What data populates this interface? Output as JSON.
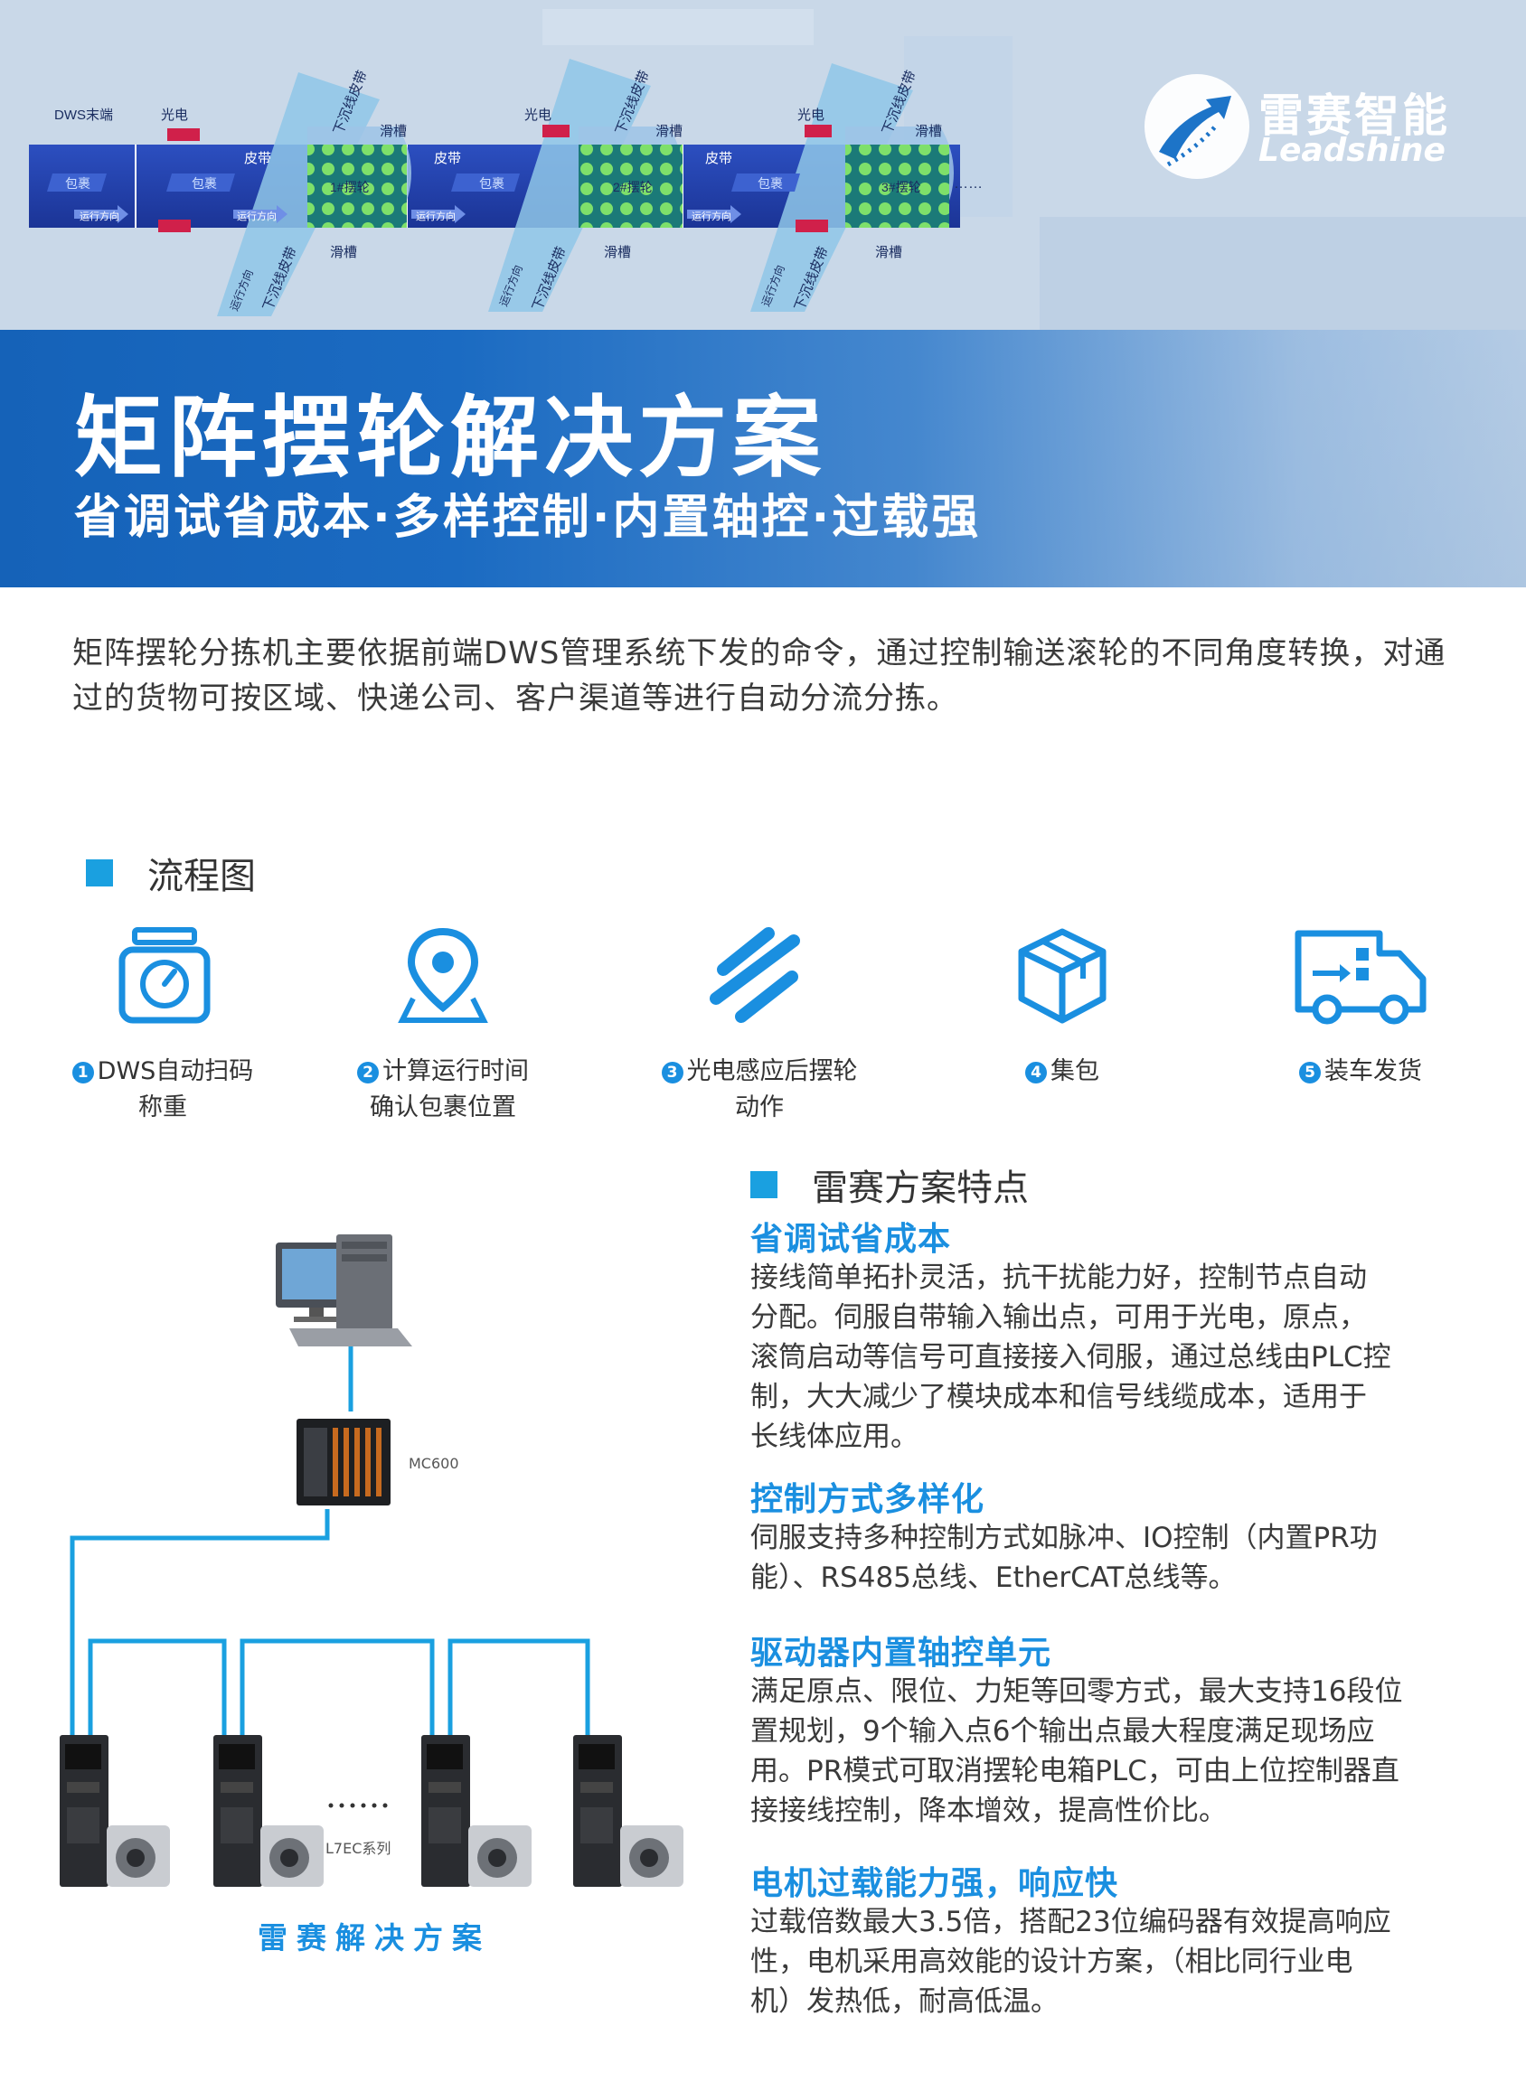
{
  "header": {
    "title": "矩阵摆轮解决方案",
    "subtitle": "省调试省成本·多样控制·内置轴控·过载强",
    "logo_cn": "雷赛智能",
    "logo_en": "Leadshine",
    "conveyor": {
      "dws_end": "DWS末端",
      "photo": "光电",
      "belt": "皮带",
      "package": "包裹",
      "direction": "运行方向",
      "chute": "滑槽",
      "down_belt": "下沉线皮带",
      "wheels": [
        "1#摆轮",
        "2#摆轮",
        "3#摆轮"
      ],
      "ellipsis": "……"
    }
  },
  "intro": "矩阵摆轮分拣机主要依据前端DWS管理系统下发的命令，通过控制输送滚轮的不同角度转换，对通过的货物可按区域、快递公司、客户渠道等进行自动分流分拣。",
  "flow": {
    "heading": "流程图",
    "steps": [
      {
        "num": "1",
        "line1": "DWS自动扫码",
        "line2": "称重",
        "icon": "scale-icon"
      },
      {
        "num": "2",
        "line1": "计算运行时间",
        "line2": "确认包裹位置",
        "icon": "location-pin-icon"
      },
      {
        "num": "3",
        "line1": "光电感应后摆轮",
        "line2": "动作",
        "icon": "sensor-lines-icon"
      },
      {
        "num": "4",
        "line1": "集包",
        "line2": "",
        "icon": "package-box-icon"
      },
      {
        "num": "5",
        "line1": "装车发货",
        "line2": "",
        "icon": "delivery-truck-icon"
      }
    ]
  },
  "features": {
    "heading": "雷赛方案特点",
    "items": [
      {
        "title": "省调试省成本",
        "lines": [
          "接线简单拓扑灵活，抗干扰能力好，控制节点自动",
          "分配。伺服自带输入输出点，可用于光电，原点，",
          "滚筒启动等信号可直接接入伺服，通过总线由PLC控",
          "制，大大减少了模块成本和信号线缆成本，适用于",
          "长线体应用。"
        ]
      },
      {
        "title": "控制方式多样化",
        "lines": [
          "伺服支持多种控制方式如脉冲、IO控制（内置PR功",
          "能）、RS485总线、EtherCAT总线等。"
        ]
      },
      {
        "title": "驱动器内置轴控单元",
        "lines": [
          "满足原点、限位、力矩等回零方式，最大支持16段位",
          "置规划，9个输入点6个输出点最大程度满足现场应",
          "用。PR模式可取消摆轮电箱PLC，可由上位控制器直",
          "接接线控制，降本增效，提高性价比。"
        ]
      },
      {
        "title": "电机过载能力强，响应快",
        "lines": [
          "过载倍数最大3.5倍，搭配23位编码器有效提高响应",
          "性，电机采用高效能的设计方案，（相比同行业电",
          "机）发热低，耐高低温。"
        ]
      }
    ]
  },
  "diagram": {
    "controller_label": "MC600",
    "drive_label": "L7EC系列",
    "dots": "……",
    "caption": "雷赛解决方案"
  },
  "colors": {
    "accent": "#1aa0e0",
    "brand_blue": "#1562b8",
    "heading_blue": "#1a8fe0"
  }
}
